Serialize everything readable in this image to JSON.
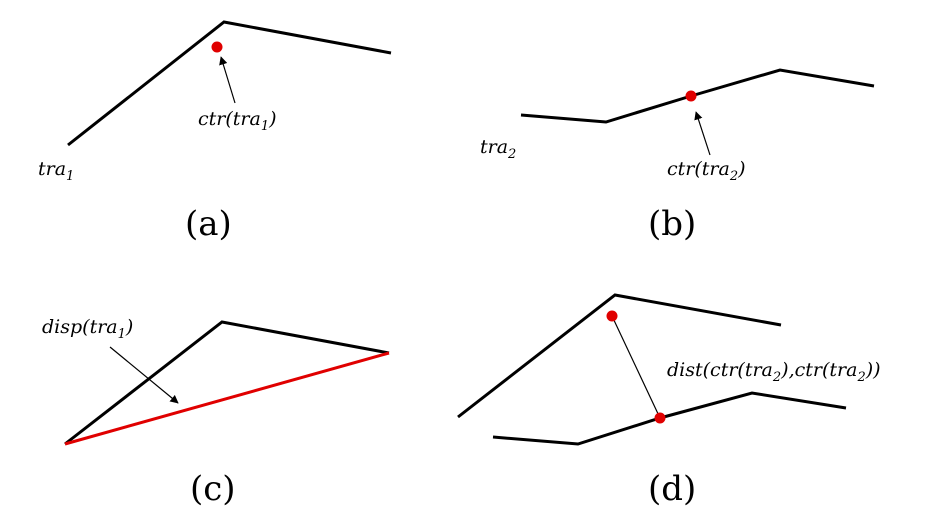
{
  "panels": {
    "a": {
      "caption": "(a)",
      "traj_name": "tra",
      "traj_sub": "1",
      "ctr_prefix": "ctr(",
      "ctr_name": "tra",
      "ctr_sub": "1",
      "ctr_suffix": ")"
    },
    "b": {
      "caption": "(b)",
      "traj_name": "tra",
      "traj_sub": "2",
      "ctr_prefix": "ctr(",
      "ctr_name": "tra",
      "ctr_sub": "2",
      "ctr_suffix": ")"
    },
    "c": {
      "caption": "(c)",
      "disp_prefix": "disp(",
      "disp_name": "tra",
      "disp_sub": "1",
      "disp_suffix": ")"
    },
    "d": {
      "caption": "(d)",
      "dist_prefix": "dist(",
      "dist_ctr1": "ctr(",
      "dist_name1": "tra",
      "dist_sub1": "2",
      "dist_mid": "),",
      "dist_ctr2": "ctr(",
      "dist_name2": "tra",
      "dist_sub2": "2",
      "dist_suffix": "))"
    }
  },
  "colors": {
    "line": "#000000",
    "highlight": "#e00000"
  }
}
